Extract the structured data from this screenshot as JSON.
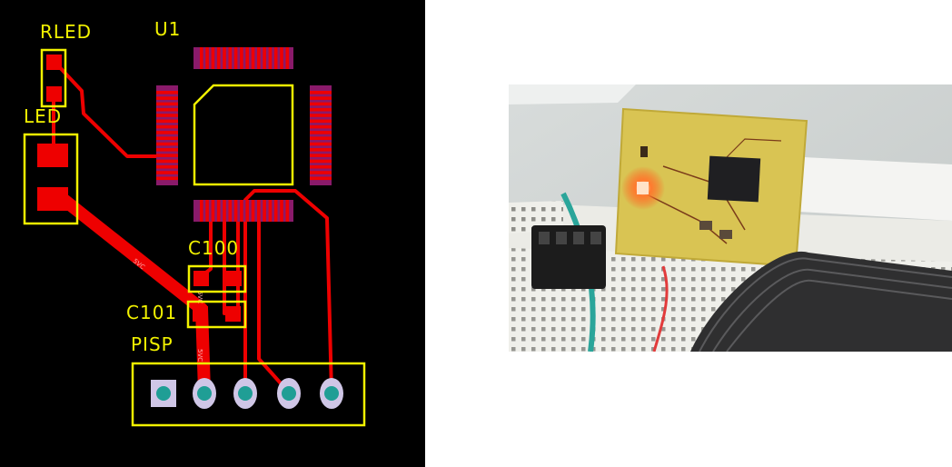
{
  "pcb": {
    "designators": {
      "rled": "RLED",
      "u1": "U1",
      "led": "LED",
      "c100": "C100",
      "c101": "C101",
      "pisp": "PISP"
    },
    "net_labels": [
      "5VC",
      "5VC",
      "5VC"
    ],
    "colors": {
      "board": "#000000",
      "copper": "#ee0000",
      "silkscreen": "#f2f200",
      "pad_hole": "#1f9e95",
      "pad_ring": "#cfc6e6"
    }
  },
  "photo": {
    "subject": "assembled yellow PCB with lit red LED on breadboard",
    "colors": {
      "board": "#d9c453",
      "led_glow": "#ff5a1e",
      "breadboard": "#eeeeea",
      "ribbon_cable": "#3a3a3a"
    }
  }
}
